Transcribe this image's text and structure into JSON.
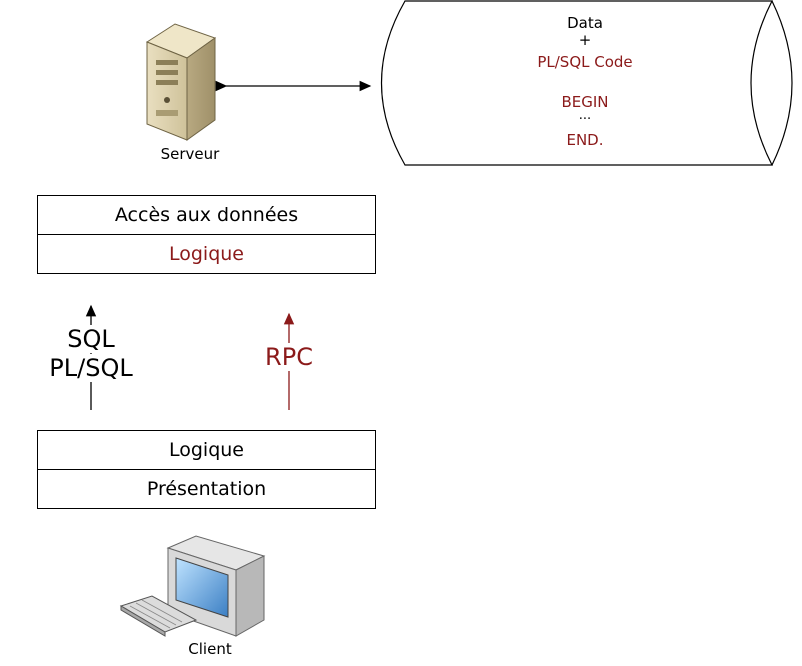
{
  "database": {
    "data": "Data",
    "plus": "+",
    "code": "PL/SQL Code",
    "begin": "BEGIN",
    "dots": "...",
    "end": "END."
  },
  "server": {
    "label": "Serveur",
    "icon": "server-icon"
  },
  "server_box": {
    "top": "Accès aux données",
    "bottom": "Logique"
  },
  "sql_label": {
    "line1": "SQL",
    "line2": "PL/SQL"
  },
  "rpc_label": "RPC",
  "client_box": {
    "top": "Logique",
    "bottom": "Présentation"
  },
  "client": {
    "label": "Client",
    "icon": "computer-icon"
  },
  "colors": {
    "accent": "#8b1a1a",
    "line": "#000000"
  }
}
